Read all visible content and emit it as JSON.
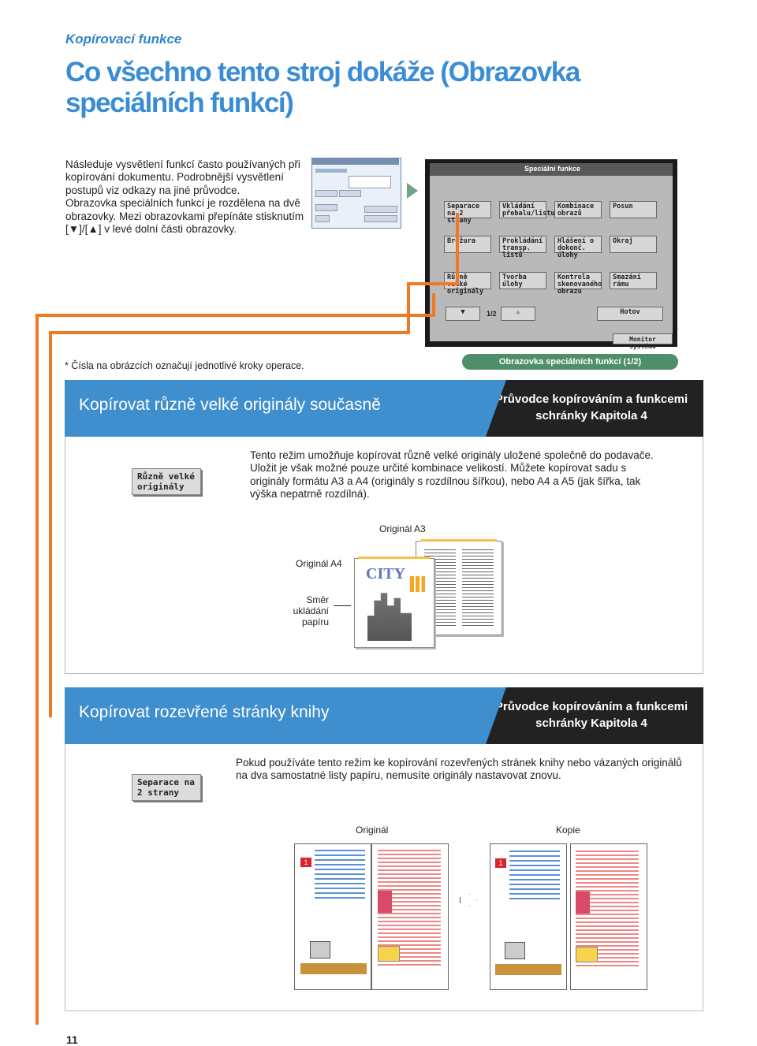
{
  "header": {
    "section": "Kopírovací funkce",
    "title": "Co všechno tento stroj dokáže (Obrazovka speciálních funkcí)"
  },
  "intro": {
    "paragraph1": "Následuje vysvětlení funkcí často používaných při kopírování dokumentu. Podrobnější vysvětlení postupů viz odkazy na jiné průvodce.",
    "paragraph2": "Obrazovka speciálních funkcí je rozdělena na dvě obrazovky. Mezi obrazovkami přepínáte stisknutím [▼]/[▲] v levé dolní části obrazovky."
  },
  "screen": {
    "title": "Speciální funkce",
    "buttons": [
      "Separace na 2 strany",
      "Vkládání přebalu/listu",
      "Kombinace obrazů",
      "Posun",
      "Brožura",
      "Prokládání transp. listů",
      "Hlášení o dokonč. úlohy",
      "Okraj",
      "Různě velké originály",
      "Tvorba úlohy",
      "Kontrola skenovaného obrazu",
      "Smazání rámu"
    ],
    "page_indicator": "1/2",
    "done_button": "Hotov",
    "monitor_button": "Monitor systému"
  },
  "footnote": "* Čísla na obrázcích označují jednotlivé kroky operace.",
  "pill": "Obrazovka speciálních funkcí (1/2)",
  "section1": {
    "heading": "Kopírovat různě velké originály současně",
    "guide": "Průvodce kopírováním a funkcemi schránky Kapitola 4",
    "chip": "Různě velké originály",
    "description": "Tento režim umožňuje kopírovat různě velké originály uložené společně do podavače. Uložit je však možné pouze určité kombinace velikostí. Můžete kopírovat sadu s originály formátu A3 a A4 (originály s rozdílnou šířkou), nebo A4 a A5 (jak šířka, tak výška nepatrně rozdílná).",
    "label_a3": "Originál A3",
    "label_a4": "Originál A4",
    "label_feed": "Směr ukládání papíru",
    "city": "CITY"
  },
  "section2": {
    "heading": "Kopírovat rozevřené stránky knihy",
    "guide": "Průvodce kopírováním a funkcemi schránky Kapitola 4",
    "chip": "Separace na 2 strany",
    "description": "Pokud používáte tento režim ke kopírování rozevřených stránek knihy nebo vázaných originálů na dva samostatné listy papíru, nemusíte originály nastavovat znovu.",
    "label_original": "Originál",
    "label_copy": "Kopie",
    "page_num_badge": "1"
  },
  "page_number": "11",
  "colors": {
    "accent_blue": "#3f8fcf",
    "orange": "#f07a22",
    "pill_green": "#4f8e6a"
  }
}
